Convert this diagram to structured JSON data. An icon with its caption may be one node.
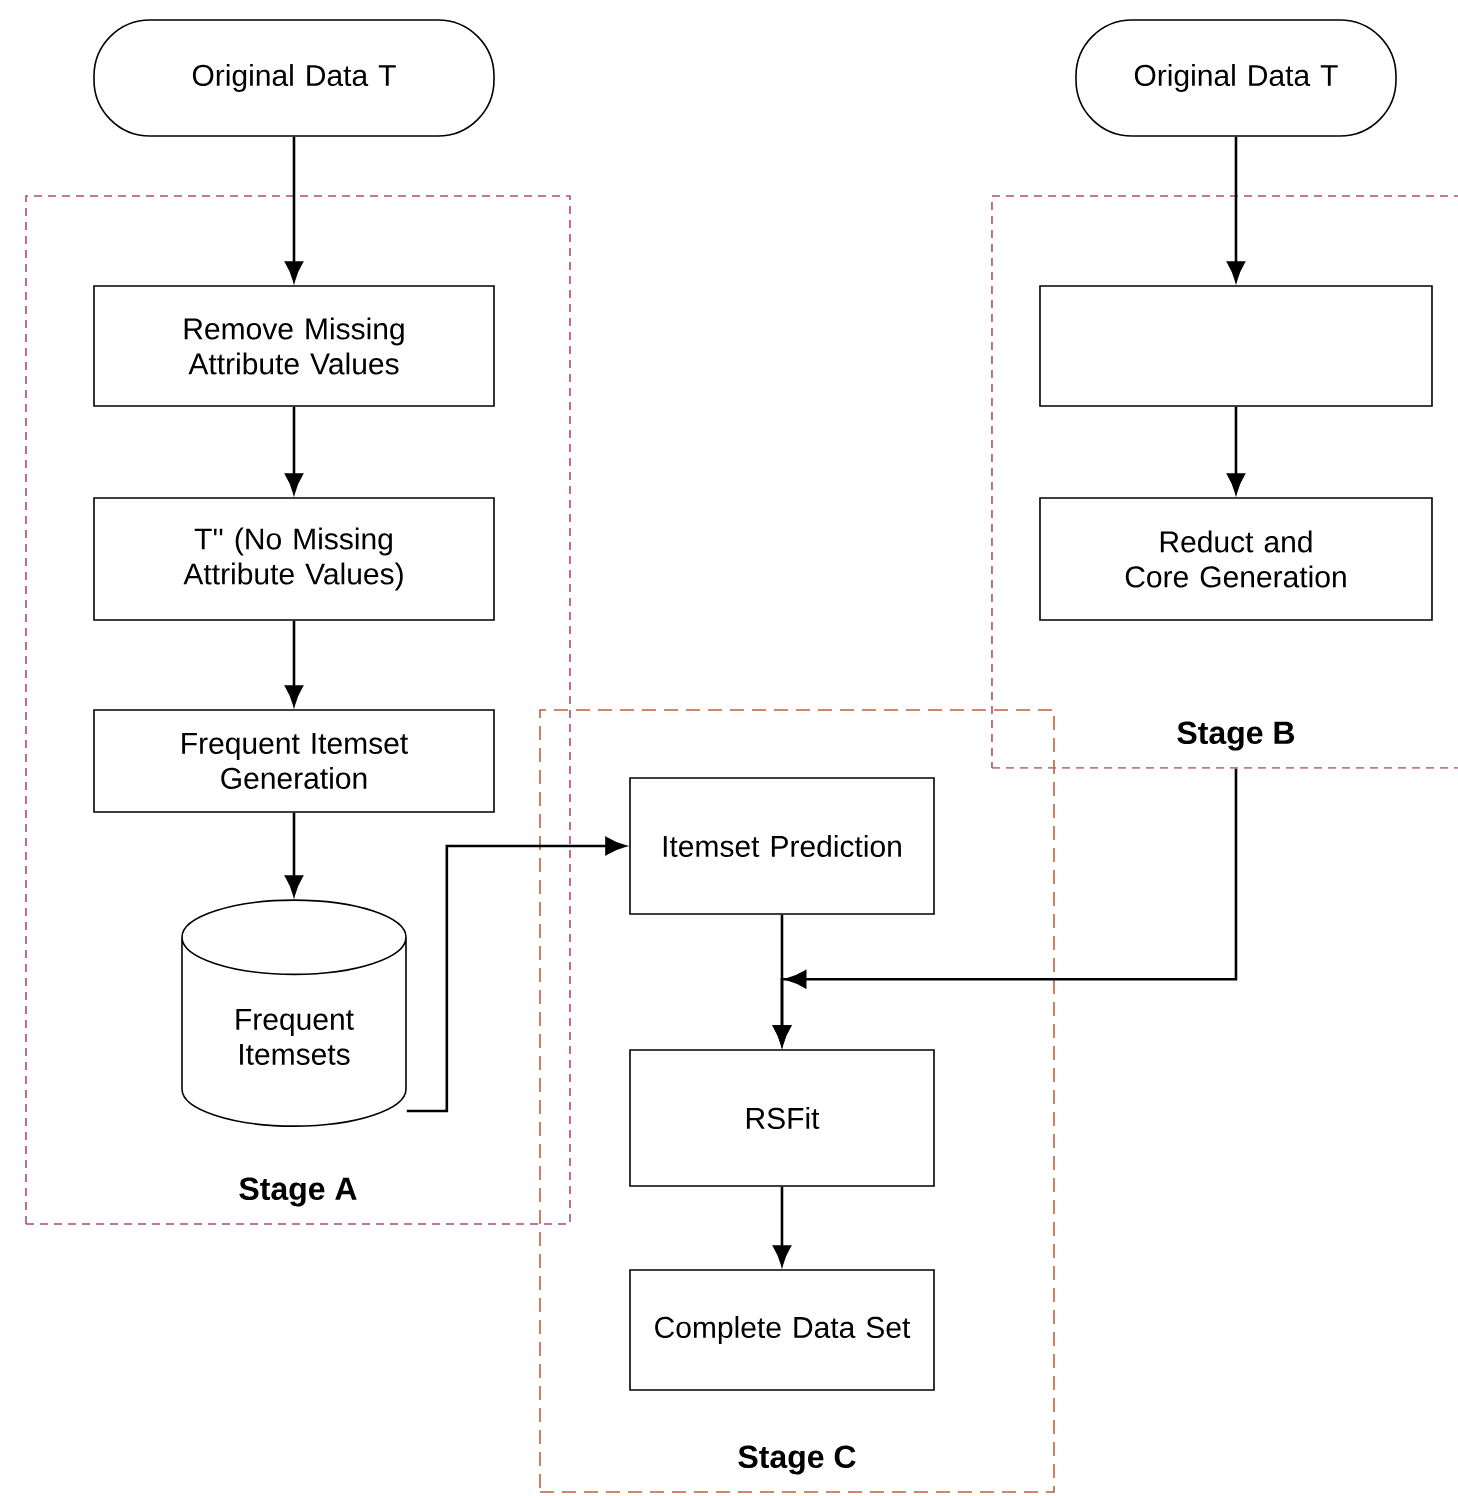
{
  "diagram": {
    "nodes": [
      {
        "text": [
          "Original Data T"
        ]
      },
      {
        "text": [
          "Original Data T"
        ]
      },
      {
        "text": [
          "Stage A"
        ]
      },
      {
        "text": [
          "Remove Missing Attribute Values"
        ],
        "in": 2
      },
      {
        "text": [
          "T'' (No Missing Attribute Values)"
        ],
        "in": 2
      },
      {
        "text": [
          "Frequent Itemset Generation"
        ],
        "in": 2
      },
      {
        "text": [
          "Frequent Itemsets"
        ],
        "in": 2
      },
      {
        "text": [
          "Stage B"
        ]
      },
      {
        "text": [],
        "shape": "box",
        "in": 7
      },
      {
        "text": [
          "Reduct and Core Generation"
        ],
        "in": 7
      },
      {
        "text": [
          "Stage C"
        ]
      },
      {
        "text": [
          "Itemset Prediction"
        ],
        "in": 10
      },
      {
        "text": [
          "RSFit"
        ],
        "in": 10
      },
      {
        "text": [
          "Complete Data Set"
        ],
        "in": 10
      }
    ],
    "edges": [
      {
        "from": 0,
        "to": 3,
        "arrow": "to"
      },
      {
        "from": 3,
        "to": 4,
        "arrow": "to"
      },
      {
        "from": 4,
        "to": 5,
        "arrow": "to"
      },
      {
        "from": 5,
        "to": 6,
        "arrow": "to"
      },
      {
        "from": 6,
        "to": 11,
        "arrow": "to"
      },
      {
        "from": 1,
        "to": 8,
        "arrow": "to"
      },
      {
        "from": 8,
        "to": 9,
        "arrow": "to"
      },
      {
        "from": 7,
        "to": 12,
        "arrow": "to"
      },
      {
        "from": 11,
        "to": 12,
        "arrow": "to"
      },
      {
        "from": 12,
        "to": 13,
        "arrow": "to"
      }
    ]
  }
}
